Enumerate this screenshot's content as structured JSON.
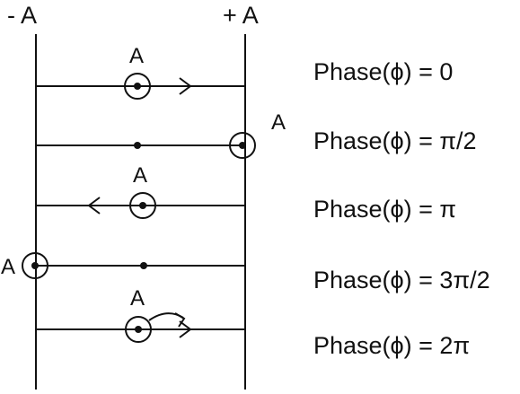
{
  "axis": {
    "left_label": "- A",
    "right_label": "+ A"
  },
  "rows": [
    {
      "point_label": "A",
      "phase_label": "Phase(ϕ) = 0",
      "arrow": "right-arrow"
    },
    {
      "point_label": "A",
      "phase_label": "Phase(ϕ) = π/2",
      "arrow": "none"
    },
    {
      "point_label": "A",
      "phase_label": "Phase(ϕ) = π",
      "arrow": "left-arrow"
    },
    {
      "point_label": "A",
      "phase_label": "Phase(ϕ) = 3π/2",
      "arrow": "none"
    },
    {
      "point_label": "A",
      "phase_label": "Phase(ϕ) = 2π",
      "arrow": "curved-right-arrow"
    }
  ]
}
